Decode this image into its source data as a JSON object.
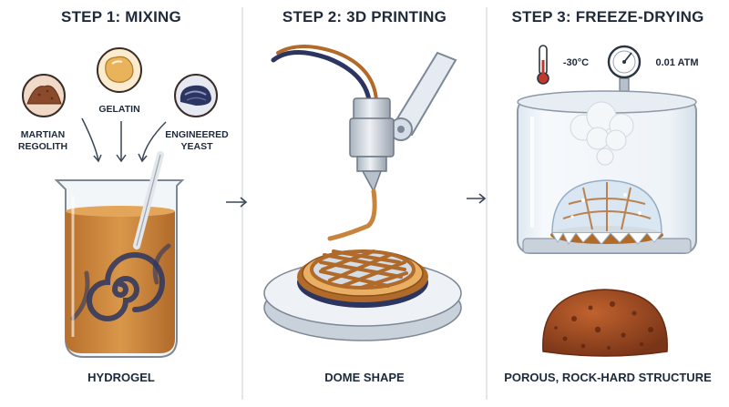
{
  "steps": [
    {
      "title": "STEP 1: MIXING",
      "caption": "HYDROGEL",
      "ingredients": [
        {
          "label": "MARTIAN\nREGOLITH",
          "icon": "regolith-icon"
        },
        {
          "label": "GELATIN",
          "icon": "gelatin-icon"
        },
        {
          "label": "ENGINEERED\nYEAST",
          "icon": "yeast-icon"
        }
      ]
    },
    {
      "title": "STEP 2: 3D PRINTING",
      "caption": "DOME SHAPE"
    },
    {
      "title": "STEP 3: FREEZE-DRYING",
      "caption": "POROUS, ROCK-HARD STRUCTURE",
      "conditions": {
        "temperature": "-30°C",
        "pressure": "0.01 ATM"
      }
    }
  ],
  "colors": {
    "text": "#1e2a3a",
    "hydrogel": "#c8843c",
    "yeast": "#2b3560",
    "regolith": "#8a4a2c",
    "gelatin": "#e9b35c"
  }
}
